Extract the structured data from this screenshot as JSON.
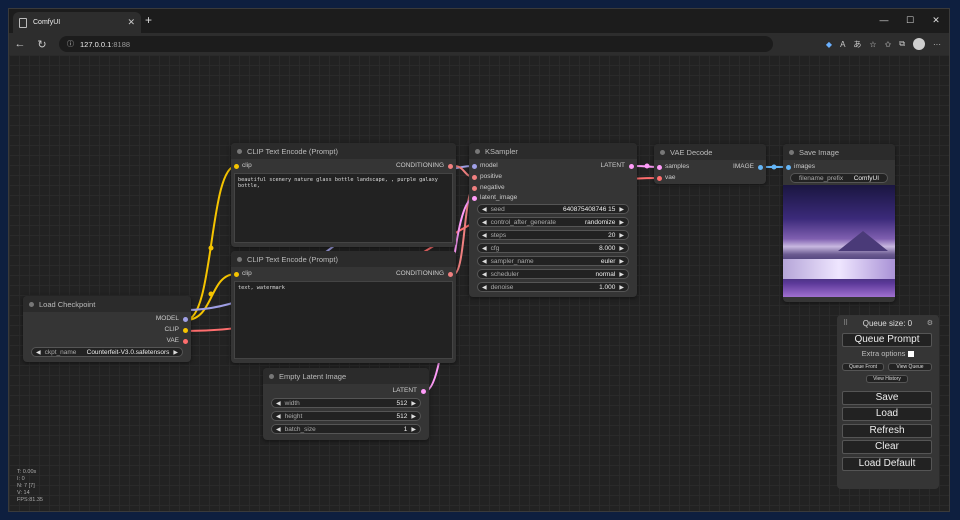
{
  "browser": {
    "tab_title": "ComfyUI",
    "url_host": "127.0.0.1",
    "url_port": ":8188"
  },
  "nodes": {
    "clip_text_encode_1": {
      "title": "CLIP Text Encode (Prompt)",
      "input": "clip",
      "output": "CONDITIONING",
      "text": "beautiful scenery nature glass bottle landscape, , purple galaxy bottle,"
    },
    "clip_text_encode_2": {
      "title": "CLIP Text Encode (Prompt)",
      "input": "clip",
      "output": "CONDITIONING",
      "text": "text, watermark"
    },
    "ksampler": {
      "title": "KSampler",
      "inputs": [
        "model",
        "positive",
        "negative",
        "latent_image"
      ],
      "output": "LATENT",
      "widgets": [
        {
          "name": "seed",
          "value": "640875408746 15"
        },
        {
          "name": "control_after_generate",
          "value": "randomize"
        },
        {
          "name": "steps",
          "value": "20"
        },
        {
          "name": "cfg",
          "value": "8.000"
        },
        {
          "name": "sampler_name",
          "value": "euler"
        },
        {
          "name": "scheduler",
          "value": "normal"
        },
        {
          "name": "denoise",
          "value": "1.000"
        }
      ]
    },
    "vae_decode": {
      "title": "VAE Decode",
      "inputs": [
        "samples",
        "vae"
      ],
      "output": "IMAGE"
    },
    "save_image": {
      "title": "Save Image",
      "input": "images",
      "widget": {
        "name": "filename_prefix",
        "value": "ComfyUI"
      }
    },
    "load_checkpoint": {
      "title": "Load Checkpoint",
      "outputs": [
        "MODEL",
        "CLIP",
        "VAE"
      ],
      "widget": {
        "name": "ckpt_name",
        "value": "Counterfeit-V3.0.safetensors"
      }
    },
    "empty_latent": {
      "title": "Empty Latent Image",
      "output": "LATENT",
      "widgets": [
        {
          "name": "width",
          "value": "512"
        },
        {
          "name": "height",
          "value": "512"
        },
        {
          "name": "batch_size",
          "value": "1"
        }
      ]
    }
  },
  "stats": [
    "T: 0.00s",
    "I: 0",
    "N: 7 [7]",
    "V: 14",
    "FPS:81.35"
  ],
  "queue_panel": {
    "queue_size": "Queue size: 0",
    "queue_prompt": "Queue Prompt",
    "extra_options": "Extra options",
    "queue_front": "Queue Front",
    "view_queue": "View Queue",
    "view_history": "View History",
    "save": "Save",
    "load": "Load",
    "refresh": "Refresh",
    "clear": "Clear",
    "load_default": "Load Default"
  },
  "colors": {
    "clip_wire": "#f5c400",
    "conditioning_wire": "#f08080",
    "model_wire": "#a0a0e6",
    "latent_wire": "#ff9cf9",
    "vae_wire": "#ff6e6e",
    "image_wire": "#64b5f6"
  }
}
